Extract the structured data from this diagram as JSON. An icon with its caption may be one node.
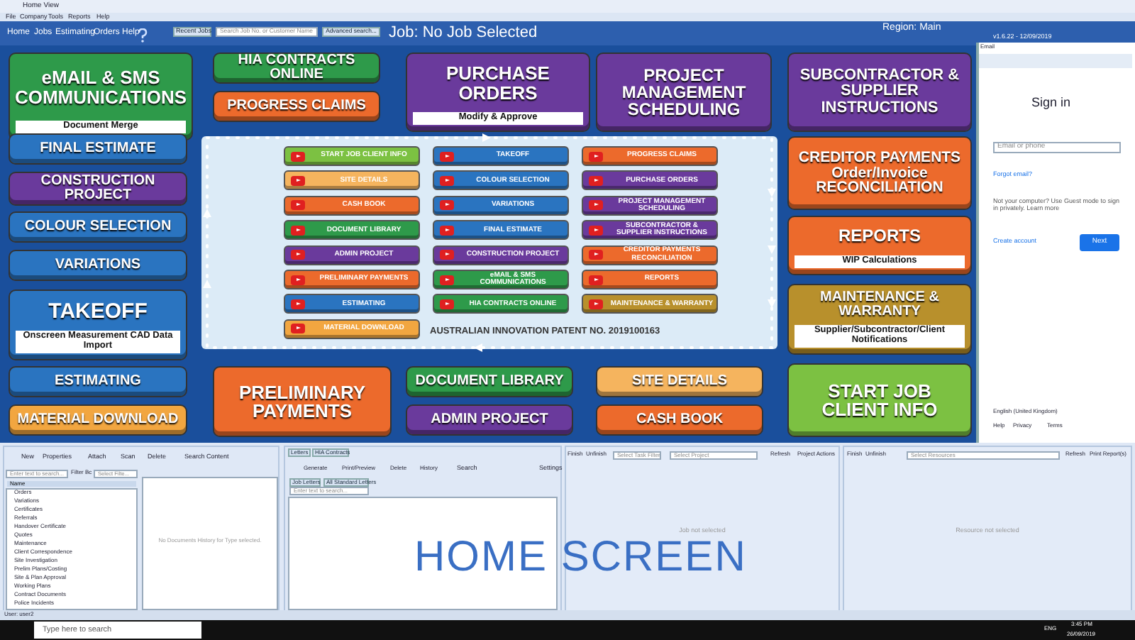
{
  "diagram": {
    "nodes": [
      {
        "text": [
          "eMAIL & SMS COMMUNICATIONS",
          "Document Merge"
        ]
      },
      {
        "text": [
          "HIA CONTRACTS ONLINE"
        ]
      },
      {
        "text": [
          "PROGRESS CLAIMS"
        ]
      },
      {
        "text": [
          "PURCHASE ORDERS",
          "Modify & Approve"
        ]
      },
      {
        "text": [
          "PROJECT MANAGEMENT SCHEDULING"
        ]
      },
      {
        "text": [
          "SUBCONTRACTOR & SUPPLIER INSTRUCTIONS"
        ]
      },
      {
        "text": [
          "FINAL ESTIMATE"
        ]
      },
      {
        "text": [
          "CONSTRUCTION PROJECT"
        ]
      },
      {
        "text": [
          "COLOUR SELECTION"
        ]
      },
      {
        "text": [
          "VARIATIONS"
        ]
      },
      {
        "text": [
          "TAKEOFF",
          "Onscreen Measurement CAD Data Import"
        ]
      },
      {
        "text": [
          "CREDITOR PAYMENTS Order/Invoice RECONCILIATION"
        ]
      },
      {
        "text": [
          "REPORTS",
          "WIP Calculations"
        ]
      },
      {
        "text": [
          "MAINTENANCE & WARRANTY",
          "Supplier/Subcontractor/Client Notifications"
        ]
      },
      {
        "text": [
          "ESTIMATING"
        ]
      },
      {
        "text": [
          "MATERIAL DOWNLOAD"
        ]
      },
      {
        "text": [
          "PRELIMINARY PAYMENTS"
        ]
      },
      {
        "text": [
          "DOCUMENT LIBRARY"
        ]
      },
      {
        "text": [
          "ADMIN PROJECT"
        ]
      },
      {
        "text": [
          "SITE DETAILS"
        ]
      },
      {
        "text": [
          "CASH BOOK"
        ]
      },
      {
        "text": [
          "START JOB CLIENT INFO"
        ]
      },
      {
        "text": [
          "START JOB CLIENT INFO"
        ]
      },
      {
        "text": [
          "TAKEOFF"
        ]
      },
      {
        "text": [
          "PROGRESS CLAIMS"
        ]
      },
      {
        "text": [
          "SITE DETAILS"
        ]
      },
      {
        "text": [
          "COLOUR SELECTION"
        ]
      },
      {
        "text": [
          "PURCHASE ORDERS"
        ]
      },
      {
        "text": [
          "CASH BOOK"
        ]
      },
      {
        "text": [
          "VARIATIONS"
        ]
      },
      {
        "text": [
          "PROJECT MANAGEMENT SCHEDULING"
        ]
      },
      {
        "text": [
          "DOCUMENT LIBRARY"
        ]
      },
      {
        "text": [
          "FINAL ESTIMATE"
        ]
      },
      {
        "text": [
          "SUBCONTRACTOR & SUPPLIER INSTRUCTIONS"
        ]
      },
      {
        "text": [
          "ADMIN PROJECT"
        ]
      },
      {
        "text": [
          "CONSTRUCTION PROJECT"
        ]
      },
      {
        "text": [
          "CREDITOR PAYMENTS RECONCILIATION"
        ]
      },
      {
        "text": [
          "PRELIMINARY PAYMENTS"
        ]
      },
      {
        "text": [
          "eMAIL & SMS COMMUNICATIONS"
        ]
      },
      {
        "text": [
          "REPORTS"
        ]
      },
      {
        "text": [
          "ESTIMATING"
        ]
      },
      {
        "text": [
          "HIA CONTRACTS ONLINE"
        ]
      },
      {
        "text": [
          "MAINTENANCE & WARRANTY"
        ]
      },
      {
        "text": [
          "MATERIAL DOWNLOAD"
        ]
      }
    ],
    "edges": [],
    "labels": [
      "Home View",
      "File",
      "Company",
      "Tools",
      "Reports",
      "Help",
      "Home",
      "Jobs",
      "Estimating",
      "Orders",
      "Help",
      "Recent Jobs",
      "Search Job No. or Customer Name",
      "Advanced search...",
      "Job: No Job Selected",
      "Region: Main",
      "v1.6.22 - 12/09/2019",
      "Email",
      "Sign in",
      "Email or phone",
      "Forgot email?",
      "Not your computer? Use Guest mode to sign in privately. Learn more",
      "Create account",
      "Next",
      "English (United Kingdom)",
      "Help",
      "Privacy",
      "Terms",
      "AUSTRALIAN INNOVATION PATENT NO. 2019100163",
      "New",
      "Properties",
      "Attach",
      "Scan",
      "Delete",
      "Search Content",
      "Enter text to search...",
      "Filter Bc",
      "Select Filte...",
      "Name",
      "Orders",
      "Variations",
      "Certificates",
      "Referrals",
      "Handover Certificate",
      "Quotes",
      "Maintenance",
      "Client Correspondence",
      "Site Investigation",
      "Prelim Plans/Costing",
      "Site & Plan Approval",
      "Working Plans",
      "Contract Documents",
      "Police Incidents",
      "No Documents History for Type selected.",
      "Letters",
      "HIA Contracts",
      "Generate",
      "Print/Preview",
      "Delete",
      "History",
      "Search",
      "Settings",
      "Job Letters",
      "All Standard Letters",
      "Enter text to search...",
      "HOME SCREEN",
      "Finish",
      "Unfinish",
      "Select Task Filter",
      "Select Project",
      "Refresh",
      "Project Actions",
      "Job not selected",
      "Finish",
      "Unfinish",
      "Select Resources",
      "Refresh",
      "Print Report(s)",
      "Resource not selected",
      "User: user2",
      "Type here to search",
      "ENG",
      "3:45 PM",
      "26/09/2019"
    ]
  }
}
